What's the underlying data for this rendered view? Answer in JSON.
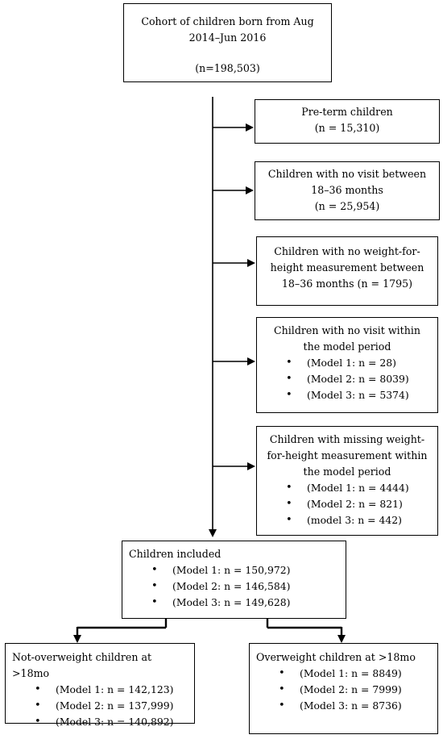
{
  "start": {
    "title": "Cohort of children born from Aug 2014–Jun 2016",
    "count": "(n=198,503)"
  },
  "exclusions": [
    {
      "title": "Pre-term children",
      "count": "(n = 15,310)"
    },
    {
      "title": "Children with no visit between 18–36 months",
      "count": "(n = 25,954)"
    },
    {
      "title": "Children with no weight-for-height measurement between 18–36 months (n = 1795)"
    },
    {
      "title": "Children with no visit within the model period",
      "items": [
        "(Model 1: n = 28)",
        "(Model 2: n = 8039)",
        "(Model 3: n = 5374)"
      ]
    },
    {
      "title": "Children with missing weight-for-height measurement within the model period",
      "items": [
        "(Model 1: n = 4444)",
        "(Model 2: n = 821)",
        "(model 3: n = 442)"
      ]
    }
  ],
  "included": {
    "title": "Children included",
    "items": [
      "(Model 1: n = 150,972)",
      "(Model 2: n = 146,584)",
      "(Model 3: n = 149,628)"
    ]
  },
  "not_overweight": {
    "title": "Not-overweight children at >18mo",
    "items": [
      "(Model 1: n = 142,123)",
      "(Model 2: n = 137,999)",
      "(Model 3: n = 140,892)"
    ]
  },
  "overweight": {
    "title": "Overweight children at >18mo",
    "items": [
      "(Model 1: n = 8849)",
      "(Model 2: n = 7999)",
      "(Model 3: n = 8736)"
    ]
  }
}
